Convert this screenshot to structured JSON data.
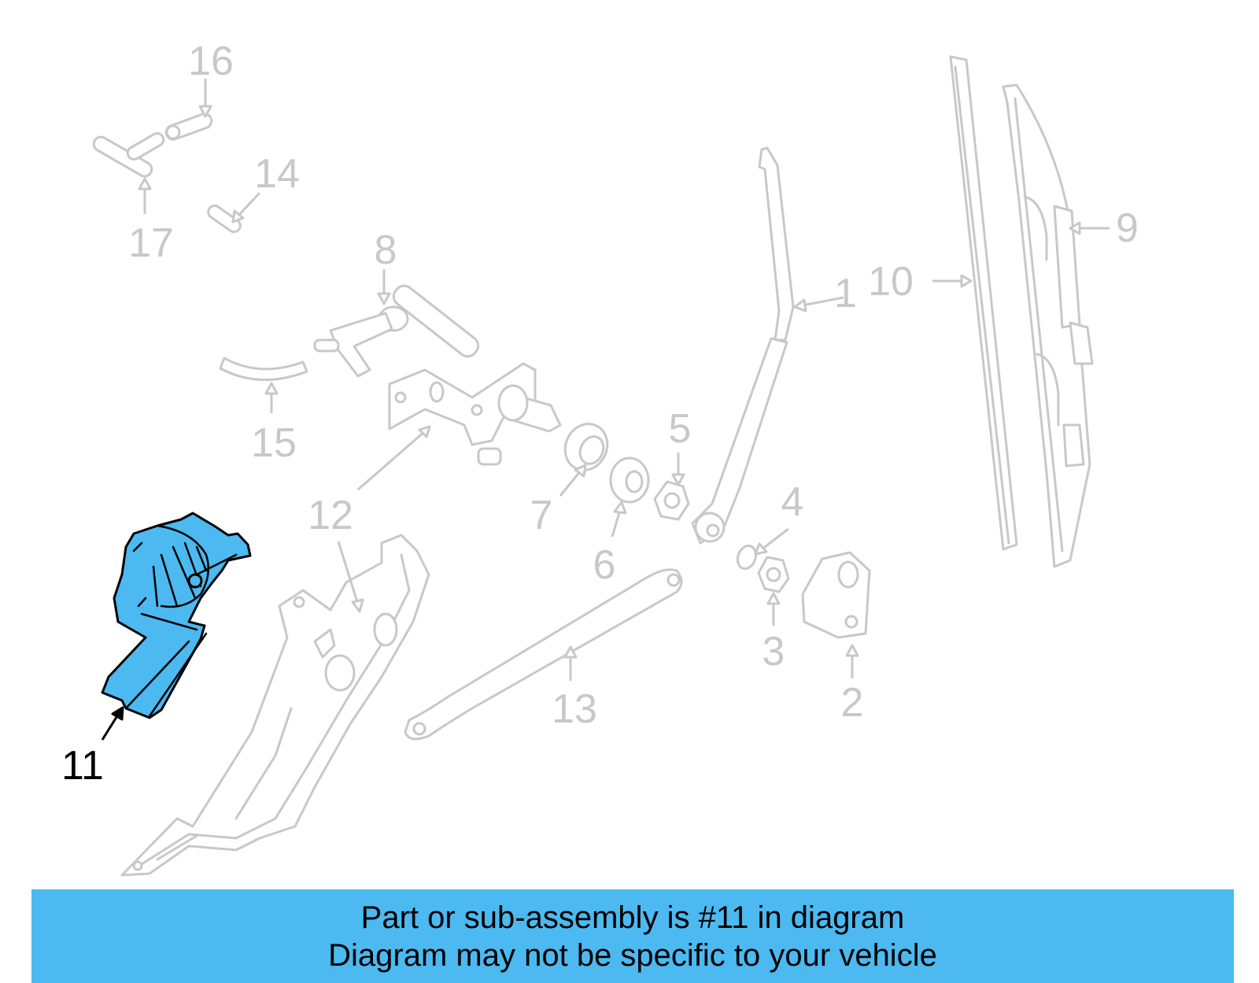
{
  "diagram": {
    "highlighted_part": "11",
    "highlight_color": "#4cb9f0",
    "part_stroke_color": "#c8c8c8",
    "callouts": [
      {
        "id": "c1",
        "label": "1"
      },
      {
        "id": "c2",
        "label": "2"
      },
      {
        "id": "c3",
        "label": "3"
      },
      {
        "id": "c4",
        "label": "4"
      },
      {
        "id": "c5",
        "label": "5"
      },
      {
        "id": "c6",
        "label": "6"
      },
      {
        "id": "c7",
        "label": "7"
      },
      {
        "id": "c8",
        "label": "8"
      },
      {
        "id": "c9",
        "label": "9"
      },
      {
        "id": "c10",
        "label": "10"
      },
      {
        "id": "c11",
        "label": "11"
      },
      {
        "id": "c12",
        "label": "12"
      },
      {
        "id": "c13",
        "label": "13"
      },
      {
        "id": "c14",
        "label": "14"
      },
      {
        "id": "c15",
        "label": "15"
      },
      {
        "id": "c16",
        "label": "16"
      },
      {
        "id": "c17",
        "label": "17"
      }
    ]
  },
  "banner": {
    "line1": "Part or sub-assembly is #11 in diagram",
    "line2": "Diagram may not be specific to your vehicle",
    "background_color": "#4cb9f0"
  }
}
